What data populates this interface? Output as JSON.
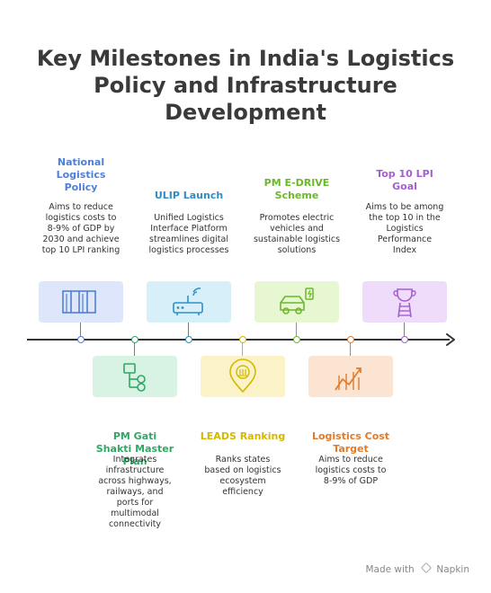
{
  "title": {
    "line1": "Key Milestones in India's Logistics",
    "line2": "Policy and Infrastructure",
    "line3": "Development"
  },
  "milestones": [
    {
      "heading": [
        "National",
        "Logistics",
        "Policy"
      ],
      "desc": [
        "Aims to reduce",
        "logistics costs to",
        "8-9% of GDP by",
        "2030 and achieve",
        "top 10 LPI ranking"
      ],
      "color": "#4f7fd6",
      "box_color": "#dde6fb",
      "icon": "building-columns-icon"
    },
    {
      "heading": [
        "PM Gati",
        "Shakti Master",
        "Plan"
      ],
      "desc": [
        "Integrates",
        "infrastructure",
        "across highways,",
        "railways, and",
        "ports for",
        "multimodal",
        "connectivity"
      ],
      "color": "#2fa866",
      "box_color": "#d8f3e3",
      "icon": "flowchart-icon"
    },
    {
      "heading": [
        "ULIP Launch"
      ],
      "desc": [
        "Unified Logistics",
        "Interface Platform",
        "streamlines digital",
        "logistics processes"
      ],
      "color": "#2e8fc7",
      "box_color": "#d6eff8",
      "icon": "router-icon"
    },
    {
      "heading": [
        "LEADS Ranking"
      ],
      "desc": [
        "Ranks states",
        "based on logistics",
        "ecosystem",
        "efficiency"
      ],
      "color": "#d4b800",
      "box_color": "#fbf3c7",
      "icon": "location-pin-icon"
    },
    {
      "heading": [
        "PM E-DRIVE",
        "Scheme"
      ],
      "desc": [
        "Promotes electric",
        "vehicles and",
        "sustainable logistics",
        "solutions"
      ],
      "color": "#6cb82c",
      "box_color": "#e7f7d2",
      "icon": "electric-car-icon"
    },
    {
      "heading": [
        "Logistics Cost",
        "Target"
      ],
      "desc": [
        "Aims to reduce",
        "logistics costs to",
        "8-9% of GDP"
      ],
      "color": "#e07b2a",
      "box_color": "#fbe4d2",
      "icon": "target-chart-icon"
    },
    {
      "heading": [
        "Top 10 LPI",
        "Goal"
      ],
      "desc": [
        "Aims to be among",
        "the top 10 in the",
        "Logistics",
        "Performance",
        "Index"
      ],
      "color": "#a45fd1",
      "box_color": "#efdcfa",
      "icon": "trophy-ladder-icon"
    }
  ],
  "footer": {
    "text": "Made with",
    "brand": "Napkin"
  }
}
